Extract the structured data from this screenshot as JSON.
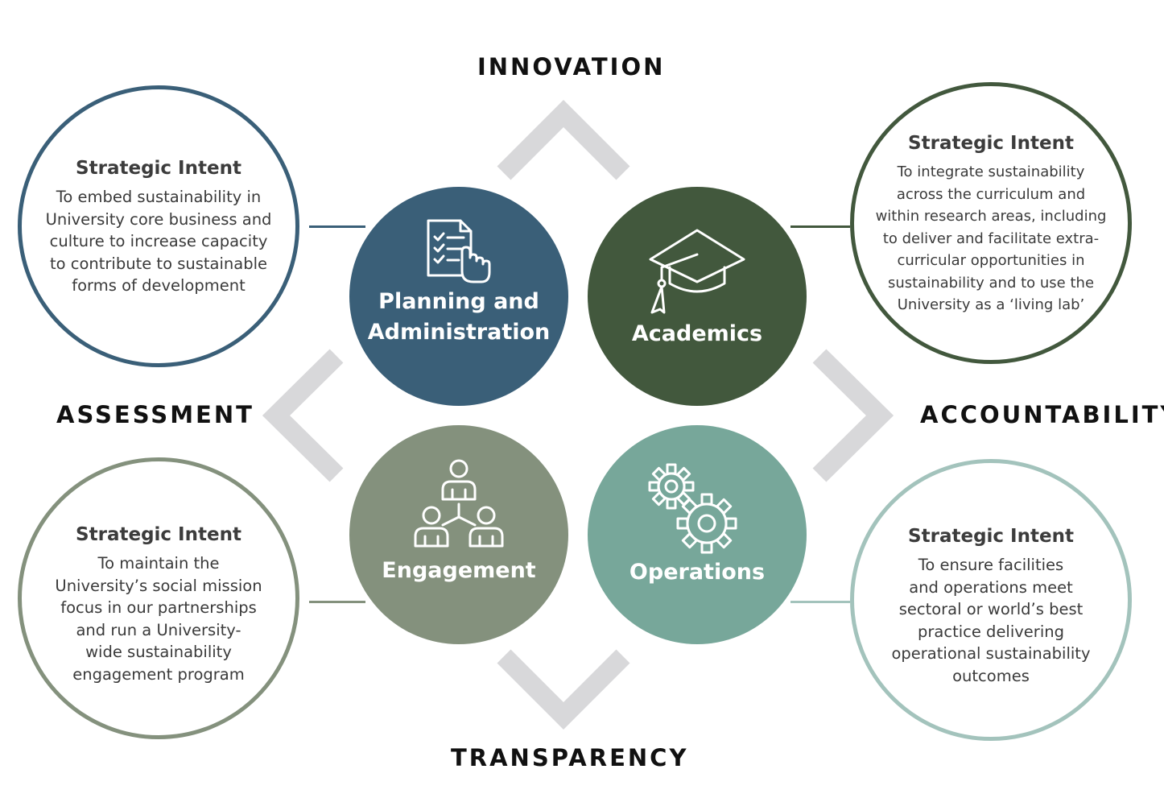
{
  "axes": {
    "top": "INNOVATION",
    "bottom": "TRANSPARENCY",
    "left": "ASSESSMENT",
    "right": "ACCOUNTABILITY"
  },
  "pillars": [
    {
      "label_lines": [
        "Planning and",
        "Administration"
      ],
      "color": "#3a5f78",
      "icon": "checklist-hand-icon"
    },
    {
      "label_lines": [
        "Academics"
      ],
      "color": "#42583d",
      "icon": "graduation-cap-icon"
    },
    {
      "label_lines": [
        "Engagement"
      ],
      "color": "#84917d",
      "icon": "people-network-icon"
    },
    {
      "label_lines": [
        "Operations"
      ],
      "color": "#77a79a",
      "icon": "gears-icon"
    }
  ],
  "intents": [
    {
      "title": "Strategic Intent",
      "border_color": "#3a5f78",
      "lines": [
        "To embed sustainability in",
        "University core business and",
        "culture to increase capacity",
        "to contribute to sustainable",
        "forms of development"
      ]
    },
    {
      "title": "Strategic Intent",
      "border_color": "#42583d",
      "lines": [
        "To integrate sustainability",
        "across the curriculum and",
        "within research areas, including",
        "to deliver and facilitate extra-",
        "curricular opportunities in",
        "sustainability and to use the",
        "University as a ‘living lab’"
      ]
    },
    {
      "title": "Strategic Intent",
      "border_color": "#84917d",
      "lines": [
        "To maintain the",
        "University’s social mission",
        "focus in our partnerships",
        "and run a University-",
        "wide sustainability",
        "engagement program"
      ]
    },
    {
      "title": "Strategic Intent",
      "border_color": "#a3c3bc",
      "lines": [
        "To ensure facilities",
        "and operations meet",
        "sectoral or world’s best",
        "practice delivering",
        "operational sustainability",
        "outcomes"
      ]
    }
  ],
  "chevron_color": "#d8d8da"
}
